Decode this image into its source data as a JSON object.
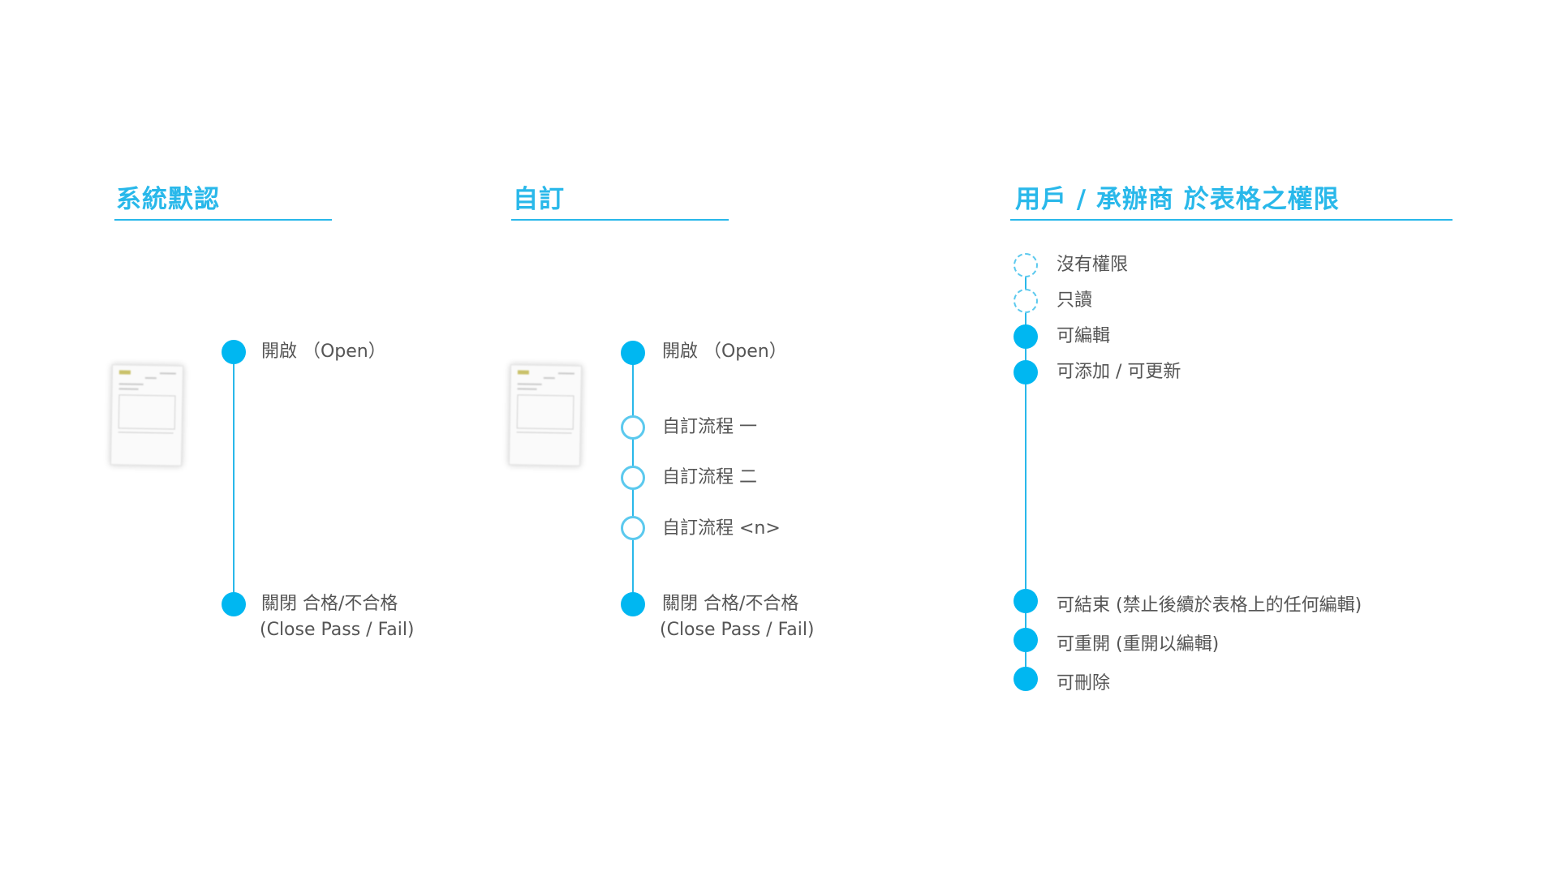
{
  "columns": [
    {
      "heading": "系統默認",
      "steps": [
        {
          "line1": "開啟 （Open）",
          "line2": ""
        },
        {
          "line1": "關閉 合格/不合格",
          "line2": "(Close Pass / Fail)"
        }
      ]
    },
    {
      "heading": "自訂",
      "steps": [
        {
          "line1": "開啟 （Open）",
          "line2": ""
        },
        {
          "line1": "自訂流程 一",
          "line2": ""
        },
        {
          "line1": "自訂流程 二",
          "line2": ""
        },
        {
          "line1": "自訂流程 <n>",
          "line2": ""
        },
        {
          "line1": "關閉 合格/不合格",
          "line2": "(Close Pass / Fail)"
        }
      ]
    },
    {
      "heading": "用戶 / 承辦商 於表格之權限",
      "steps": [
        {
          "line1": "沒有權限",
          "line2": ""
        },
        {
          "line1": "只讀",
          "line2": ""
        },
        {
          "line1": "可編輯",
          "line2": ""
        },
        {
          "line1": "可添加 / 可更新",
          "line2": ""
        },
        {
          "line1": "可結束 (禁止後續於表格上的任何編輯)",
          "line2": ""
        },
        {
          "line1": "可重開 (重開以編輯)",
          "line2": ""
        },
        {
          "line1": "可刪除",
          "line2": ""
        }
      ]
    }
  ],
  "colors": {
    "accent": "#29b8ea",
    "dot_fill": "#00b7f1",
    "text": "#555555"
  }
}
